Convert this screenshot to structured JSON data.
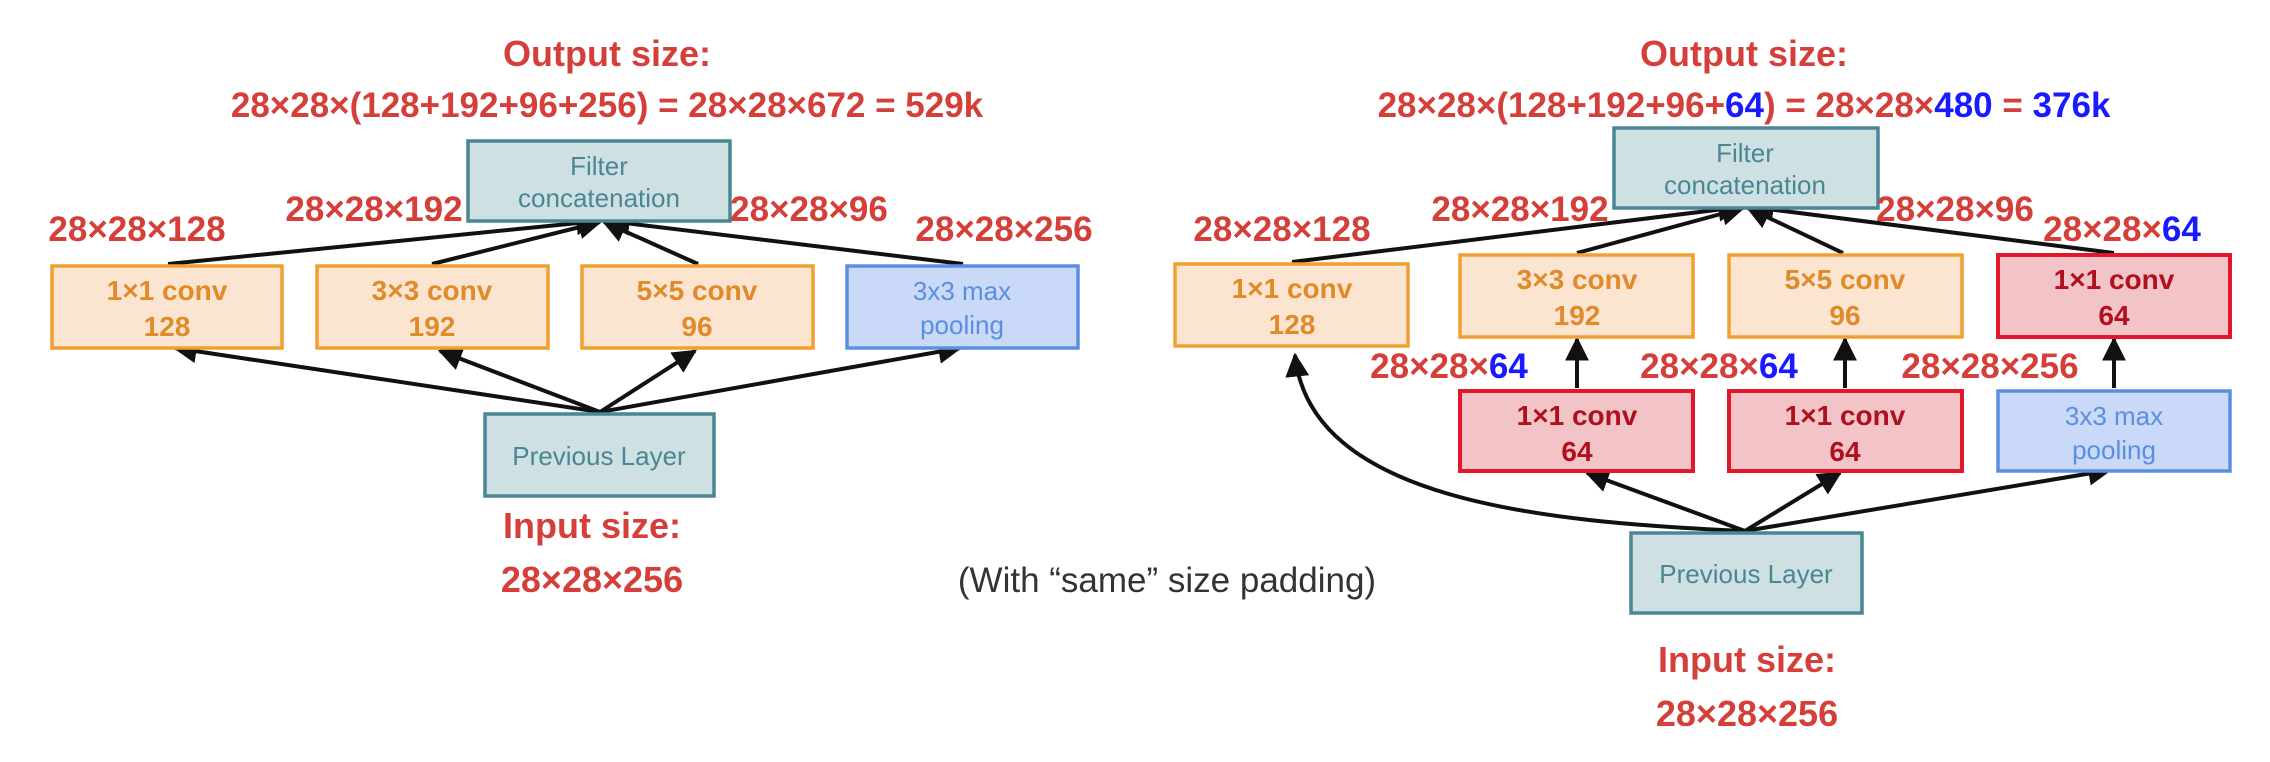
{
  "left": {
    "output_title": "Output size:",
    "output_formula": "28×28×(128+192+96+256) = 28×28×672 = 529k",
    "filter_line1": "Filter",
    "filter_line2": "concatenation",
    "branch_labels": [
      "28×28×128",
      "28×28×192",
      "28×28×96",
      "28×28×256"
    ],
    "conv1_line1": "1×1 conv",
    "conv1_line2": "128",
    "conv3_line1": "3×3 conv",
    "conv3_line2": "192",
    "conv5_line1": "5×5 conv",
    "conv5_line2": "96",
    "pool_line1": "3x3 max",
    "pool_line2": "pooling",
    "prev_layer": "Previous Layer",
    "input_title": "Input size:",
    "input_value": "28×28×256"
  },
  "middle_note": "(With “same” size padding)",
  "right": {
    "output_title": "Output size:",
    "formula_part1": "28×28×(128+192+96+",
    "formula_hl1": "64",
    "formula_part2": ") = 28×28×",
    "formula_hl2": "480",
    "formula_part3": " = ",
    "formula_hl3": "376k",
    "filter_line1": "Filter",
    "filter_line2": "concatenation",
    "label_128": "28×28×128",
    "label_192": "28×28×192",
    "label_96": "28×28×96",
    "label_64_prefix": "28×28×",
    "label_64_hl": "64",
    "label_256": "28×28×256",
    "conv1_line1": "1×1 conv",
    "conv1_line2": "128",
    "conv3_line1": "3×3 conv",
    "conv3_line2": "192",
    "conv5_line1": "5×5 conv",
    "conv5_line2": "96",
    "red_conv_line1": "1×1 conv",
    "red_conv_line2": "64",
    "pool_line1": "3x3 max",
    "pool_line2": "pooling",
    "prev_layer": "Previous Layer",
    "input_title": "Input size:",
    "input_value": "28×28×256"
  },
  "colors": {
    "label_red": "#d43f3a",
    "highlight_blue": "#1a1aff",
    "conv_orange": "#f0a030",
    "pool_blue": "#5a8fe0",
    "layer_teal": "#4a8794",
    "reduce_red": "#e0182a"
  }
}
